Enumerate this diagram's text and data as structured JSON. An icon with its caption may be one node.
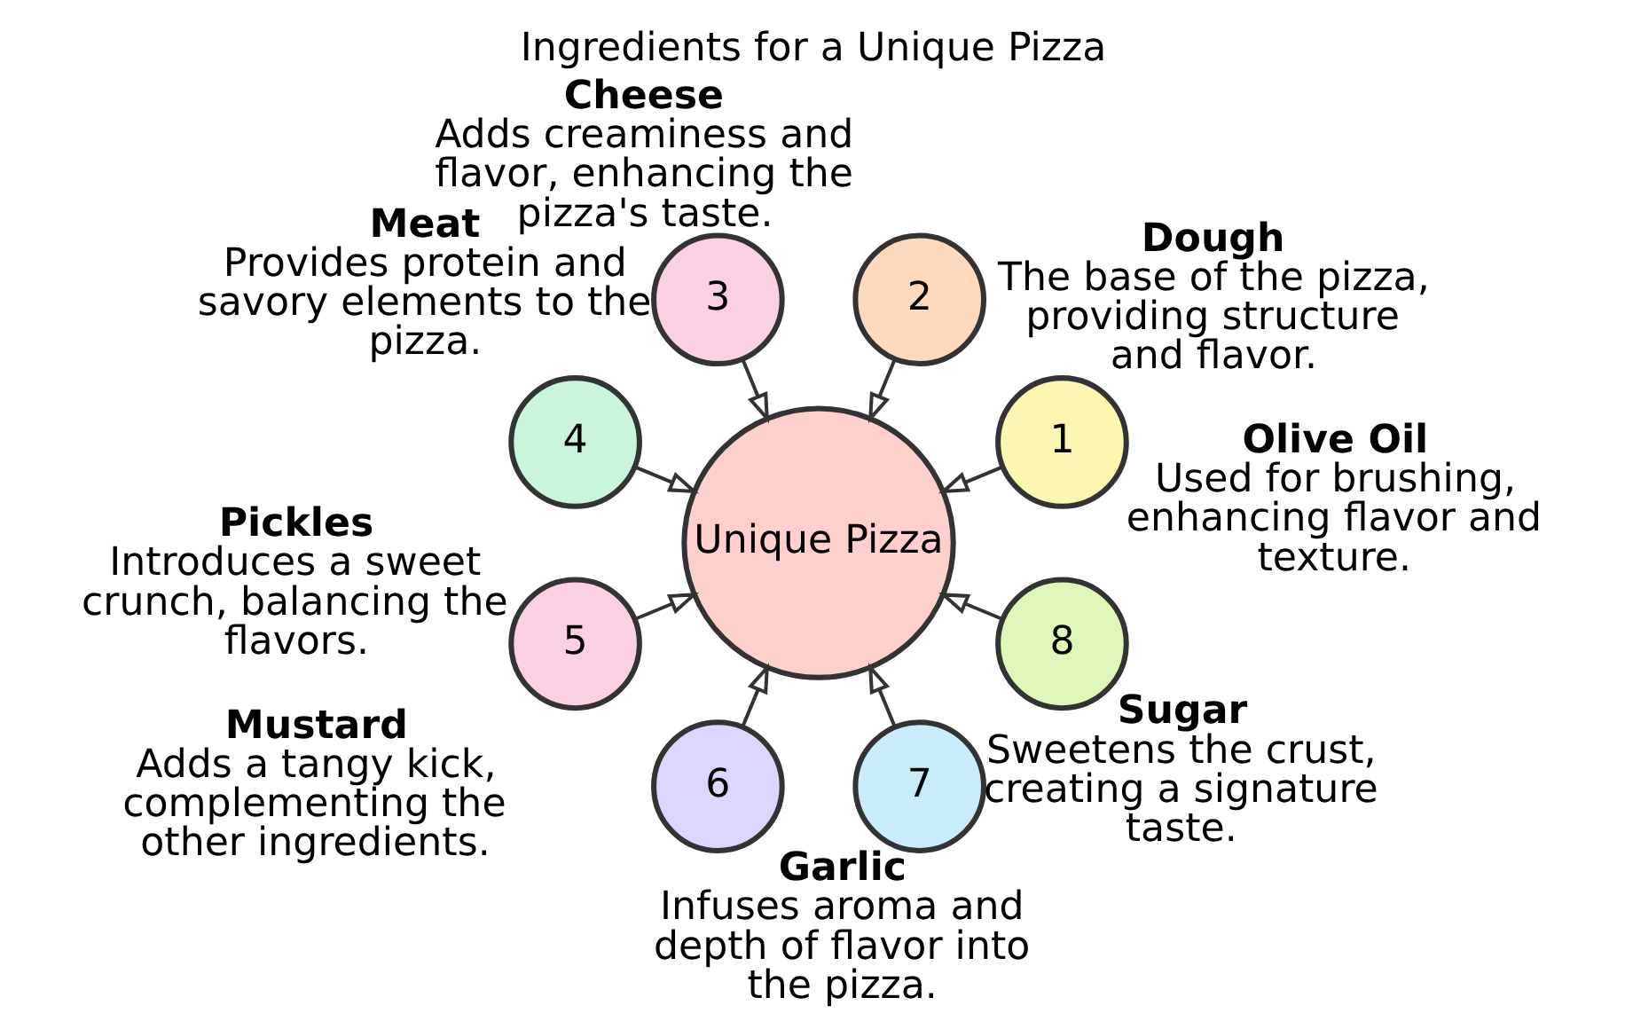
{
  "diagram": {
    "title": "Ingredients for a Unique Pizza",
    "nodes": [
      {
        "text": [
          "Unique Pizza"
        ]
      },
      {
        "text": [
          "1"
        ],
        "beside": [
          "Dough",
          "The base of the pizza, providing structure and flavor."
        ]
      },
      {
        "text": [
          "2"
        ],
        "beside": [
          "Cheese",
          "Adds creaminess and flavor, enhancing the pizza's taste."
        ]
      },
      {
        "text": [
          "3"
        ],
        "beside": [
          "Meat",
          "Provides protein and savory elements to the pizza."
        ]
      },
      {
        "text": [
          "4"
        ],
        "beside": [
          "Pickles",
          "Introduces a sweet crunch, balancing the flavors."
        ]
      },
      {
        "text": [
          "5"
        ],
        "beside": [
          "Mustard",
          "Adds a tangy kick, complementing the other ingredients."
        ]
      },
      {
        "text": [
          "6"
        ],
        "beside": [
          "Garlic",
          "Infuses aroma and depth of flavor into the pizza."
        ]
      },
      {
        "text": [
          "7"
        ],
        "beside": [
          "Sugar",
          "Sweetens the crust, creating a signature taste."
        ]
      },
      {
        "text": [
          "8"
        ],
        "beside": [
          "Olive Oil",
          "Used for brushing, enhancing flavor and texture."
        ]
      }
    ],
    "edges": [
      {
        "from": 1,
        "to": 0,
        "arrow": "to"
      },
      {
        "from": 2,
        "to": 0,
        "arrow": "to"
      },
      {
        "from": 3,
        "to": 0,
        "arrow": "to"
      },
      {
        "from": 4,
        "to": 0,
        "arrow": "to"
      },
      {
        "from": 5,
        "to": 0,
        "arrow": "to"
      },
      {
        "from": 6,
        "to": 0,
        "arrow": "to"
      },
      {
        "from": 7,
        "to": 0,
        "arrow": "to"
      },
      {
        "from": 8,
        "to": 0,
        "arrow": "to"
      }
    ]
  }
}
